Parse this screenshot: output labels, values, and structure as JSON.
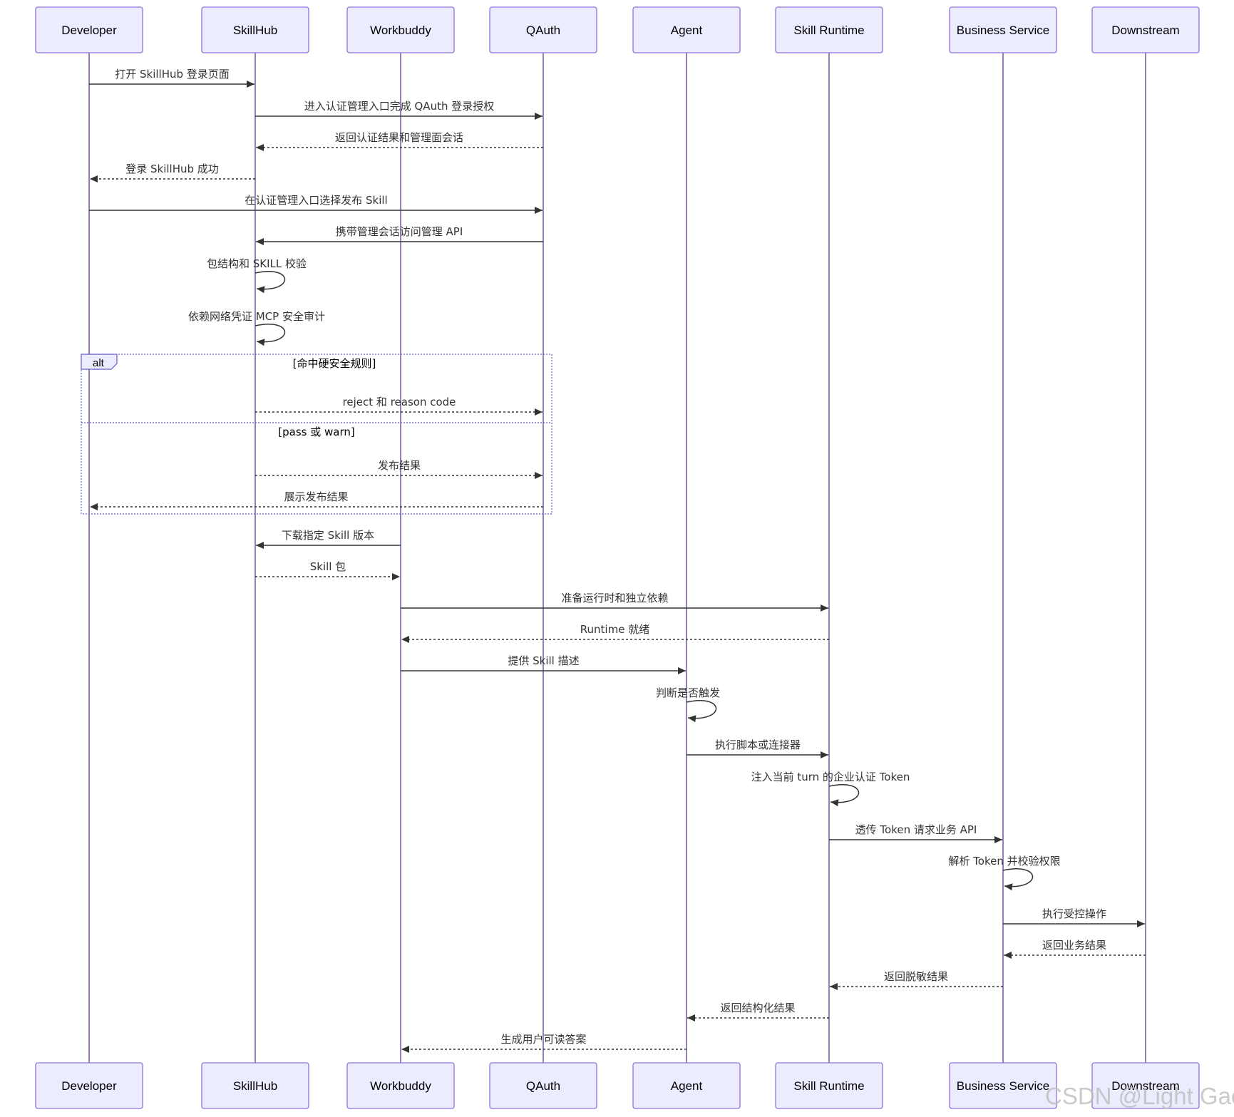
{
  "participants": [
    {
      "id": "dev",
      "label": "Developer"
    },
    {
      "id": "hub",
      "label": "SkillHub"
    },
    {
      "id": "wb",
      "label": "Workbuddy"
    },
    {
      "id": "qa",
      "label": "QAuth"
    },
    {
      "id": "agent",
      "label": "Agent"
    },
    {
      "id": "rt",
      "label": "Skill Runtime"
    },
    {
      "id": "bs",
      "label": "Business Service"
    },
    {
      "id": "ds",
      "label": "Downstream"
    }
  ],
  "messages": [
    {
      "from": "dev",
      "to": "hub",
      "text": "打开 SkillHub 登录页面",
      "style": "solid"
    },
    {
      "from": "hub",
      "to": "qa",
      "text": "进入认证管理入口完成 QAuth 登录授权",
      "style": "solid"
    },
    {
      "from": "qa",
      "to": "hub",
      "text": "返回认证结果和管理面会话",
      "style": "dashed"
    },
    {
      "from": "hub",
      "to": "dev",
      "text": "登录 SkillHub 成功",
      "style": "dashed"
    },
    {
      "from": "dev",
      "to": "qa",
      "text": "在认证管理入口选择发布 Skill",
      "style": "solid"
    },
    {
      "from": "qa",
      "to": "hub",
      "text": "携带管理会话访问管理 API",
      "style": "solid"
    },
    {
      "from": "hub",
      "to": "hub",
      "text": "包结构和 SKILL 校验",
      "style": "self"
    },
    {
      "from": "hub",
      "to": "hub",
      "text": "依赖网络凭证 MCP 安全审计",
      "style": "self"
    },
    {
      "from": "hub",
      "to": "qa",
      "text": "reject 和 reason code",
      "style": "dashed"
    },
    {
      "from": "hub",
      "to": "qa",
      "text": "发布结果",
      "style": "dashed"
    },
    {
      "from": "qa",
      "to": "dev",
      "text": "展示发布结果",
      "style": "dashed"
    },
    {
      "from": "wb",
      "to": "hub",
      "text": "下载指定 Skill 版本",
      "style": "solid"
    },
    {
      "from": "hub",
      "to": "wb",
      "text": "Skill 包",
      "style": "dashed"
    },
    {
      "from": "wb",
      "to": "rt",
      "text": "准备运行时和独立依赖",
      "style": "solid"
    },
    {
      "from": "rt",
      "to": "wb",
      "text": "Runtime 就绪",
      "style": "dashed"
    },
    {
      "from": "wb",
      "to": "agent",
      "text": "提供 Skill 描述",
      "style": "solid"
    },
    {
      "from": "agent",
      "to": "agent",
      "text": "判断是否触发",
      "style": "self"
    },
    {
      "from": "agent",
      "to": "rt",
      "text": "执行脚本或连接器",
      "style": "solid"
    },
    {
      "from": "rt",
      "to": "rt",
      "text": "注入当前 turn 的企业认证 Token",
      "style": "self"
    },
    {
      "from": "rt",
      "to": "bs",
      "text": "透传 Token 请求业务 API",
      "style": "solid"
    },
    {
      "from": "bs",
      "to": "bs",
      "text": "解析 Token 并校验权限",
      "style": "self"
    },
    {
      "from": "bs",
      "to": "ds",
      "text": "执行受控操作",
      "style": "solid"
    },
    {
      "from": "ds",
      "to": "bs",
      "text": "返回业务结果",
      "style": "dashed"
    },
    {
      "from": "bs",
      "to": "rt",
      "text": "返回脱敏结果",
      "style": "dashed"
    },
    {
      "from": "rt",
      "to": "agent",
      "text": "返回结构化结果",
      "style": "dashed"
    },
    {
      "from": "agent",
      "to": "wb",
      "text": "生成用户可读答案",
      "style": "dashed"
    }
  ],
  "alt_block": {
    "label": "alt",
    "branches": [
      {
        "condition": "[命中硬安全规则]"
      },
      {
        "condition": "[pass 或 warn]"
      }
    ]
  },
  "watermark": "CSDN @Light Gao"
}
